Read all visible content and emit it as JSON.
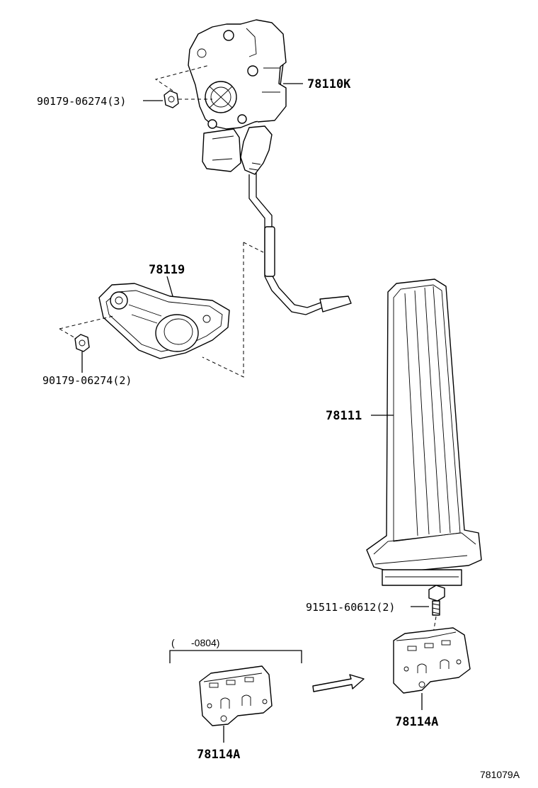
{
  "parts": {
    "sensor_assy": "78110K",
    "nut_upper": "90179-06274(3)",
    "bracket_lower": "78119",
    "nut_lower": "90179-06274(2)",
    "pedal_pad": "78111",
    "bolt": "91511-60612(2)",
    "bracket_new": "78114A",
    "bracket_old": "78114A"
  },
  "applicability": {
    "old_range": "(      -0804)"
  },
  "illustration_id": "781079A",
  "icons": {
    "arrow": "supersession-arrow-icon"
  }
}
